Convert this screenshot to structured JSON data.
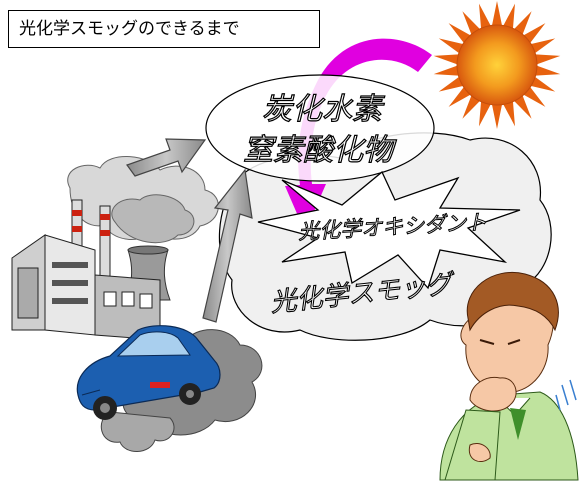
{
  "title": "光化学スモッグのできるまで",
  "labels": {
    "hydrocarbons": "炭化水素",
    "nitrogen_oxides": "窒素酸化物",
    "photochemical_oxidant": "光化学オキシダント",
    "photochemical_smog": "光化学スモッグ"
  },
  "colors": {
    "arrow_gray": "#a0a0a0",
    "magenta": "#e000e0",
    "cloud_fill": "#f0f0f0",
    "smoke_gray": "#8c8c8c",
    "car_blue": "#1c5fb0",
    "sun_orange": "#f07a18"
  }
}
